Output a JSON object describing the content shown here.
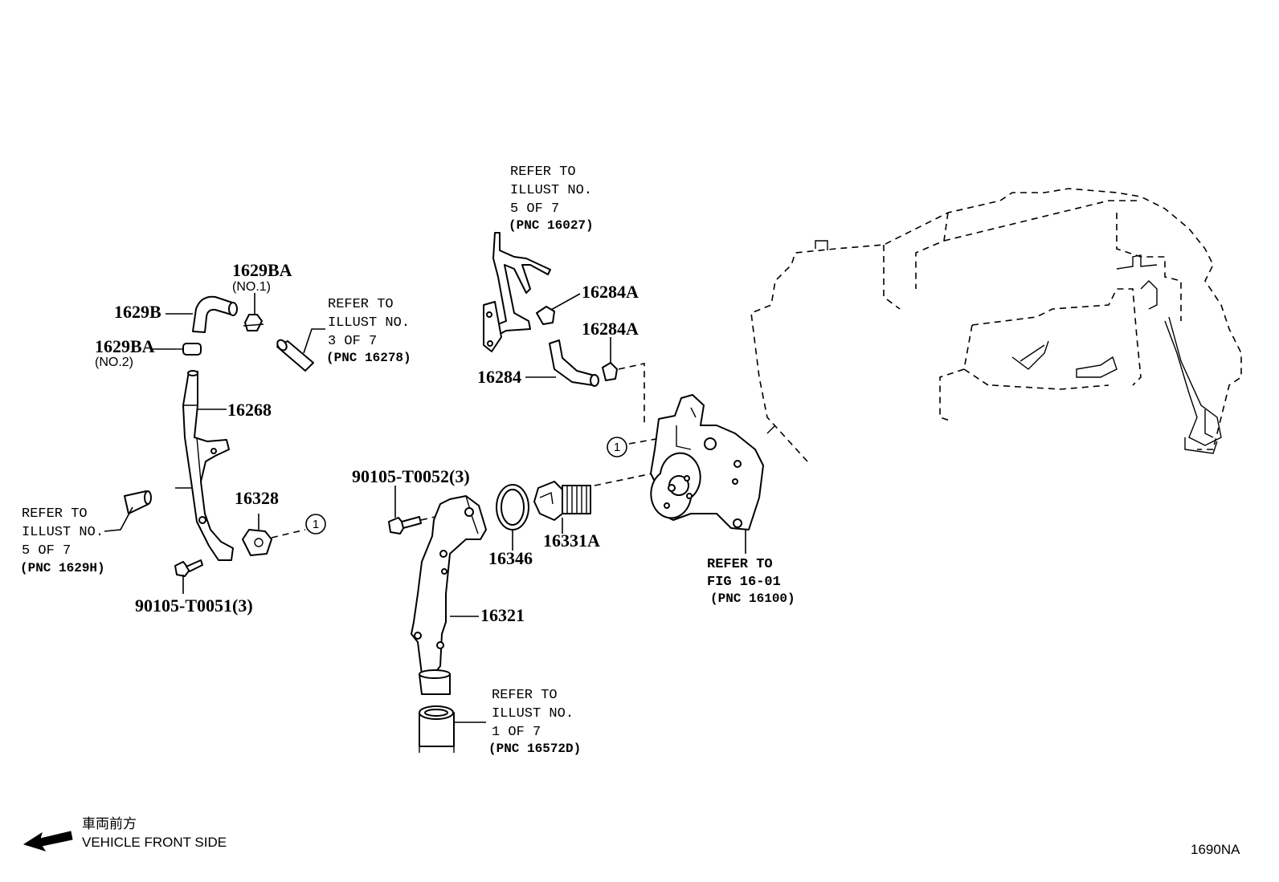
{
  "figure_id": "1690NA",
  "direction": {
    "jp": "車両前方",
    "en": "VEHICLE FRONT SIDE"
  },
  "circle_ref": "1",
  "parts": {
    "p1629ba_no1": "1629BA",
    "p1629ba_no1_sub": "(NO.1)",
    "p1629b": "1629B",
    "p1629ba_no2": "1629BA",
    "p1629ba_no2_sub": "(NO.2)",
    "p16268": "16268",
    "p16328": "16328",
    "p90105_t0051": "90105-T0051(3)",
    "p90105_t0052": "90105-T0052(3)",
    "p16346": "16346",
    "p16331a": "16331A",
    "p16321": "16321",
    "p16284": "16284",
    "p16284a_1": "16284A",
    "p16284a_2": "16284A"
  },
  "notes": {
    "illust3": [
      "REFER TO",
      "ILLUST NO.",
      "3 OF 7",
      "(PNC 16278)"
    ],
    "illust5_top": [
      "REFER TO",
      "ILLUST NO.",
      "5 OF 7",
      "(PNC 16027)"
    ],
    "illust5_left": [
      "REFER TO",
      "ILLUST NO.",
      "5 OF 7",
      "(PNC 1629H)"
    ],
    "illust1": [
      "REFER TO",
      "ILLUST NO.",
      "1 OF 7",
      "(PNC 16572D)"
    ],
    "fig1601": [
      "REFER TO",
      "FIG 16-01",
      "(PNC 16100)"
    ]
  }
}
